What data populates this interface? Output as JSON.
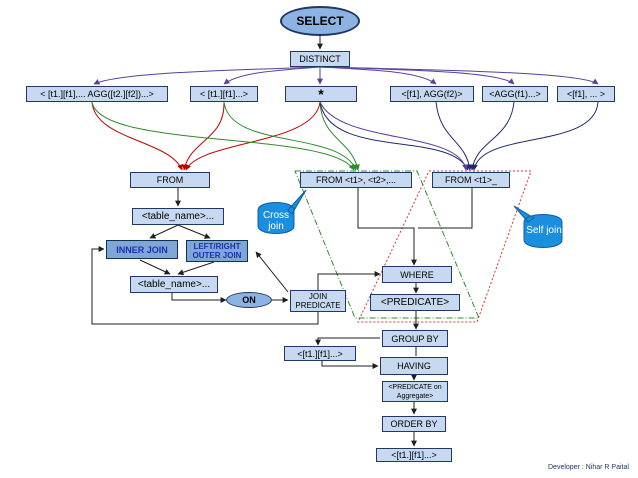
{
  "nodes": {
    "select": "SELECT",
    "distinct": "DISTINCT",
    "col_agg_join": "< [t1.][f1],... AGG([t2.][f2])...>",
    "col_list": "< [t1.][f1]...>",
    "star": "*",
    "col_agg": "<[f1], AGG(f2)>",
    "agg_only": "<AGG(f1)...>",
    "f_list": "<[f1], ... >",
    "from": "FROM",
    "from_cross": "FROM <t1>, <t2>,...",
    "from_self": "FROM <t1>_",
    "table_name": "<table_name>...",
    "inner_join": "INNER JOIN",
    "outer_join": "LEFT/RIGHT OUTER JOIN",
    "table_name_2": "<table_name>...",
    "on": "ON",
    "join_predicate": "JOIN PREDICATE",
    "where": "WHERE",
    "predicate": "<PREDICATE>",
    "group_by": "GROUP BY",
    "group_cols": "<[t1.][f1]...>",
    "having": "HAVING",
    "having_predicate": "<PREDICATE on    Aggregate>",
    "order_by": "ORDER BY",
    "order_cols": "<[t1.][f1]...>"
  },
  "callouts": {
    "cross_join": "Cross join",
    "self_join": "Self join"
  },
  "footer": {
    "developer": "Developer : Nihar R Paital"
  },
  "colors": {
    "box_fill": "#c6d9f1",
    "box_border": "#1f3864",
    "oval_fill": "#8db3e2",
    "arrow_red": "#c00000",
    "arrow_green": "#2e8b2e",
    "arrow_purple": "#5b3f9a",
    "arrow_navy": "#1f2a6b",
    "dash_green": "#2e8b2e",
    "dot_red": "#e03030"
  }
}
